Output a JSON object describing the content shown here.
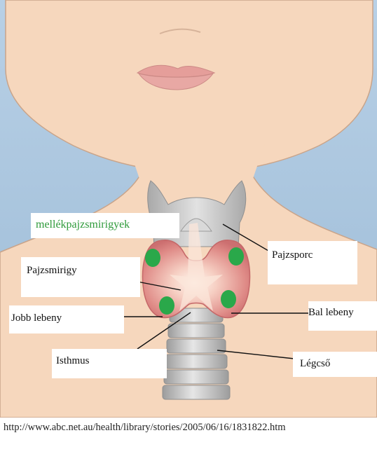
{
  "diagram": {
    "labels": {
      "mellekpajzsmirigyek": "mellékpajzsmirigyek",
      "pajzsporc": "Pajzsporc",
      "pajzsmirigy": "Pajzsmirigy",
      "jobb_lebeny": "Jobb lebeny",
      "bal_lebeny": "Bal lebeny",
      "isthmus": "Isthmus",
      "legcso": "Légcső"
    },
    "colors": {
      "sky": "#a9c5dd",
      "skin": "#f6d7bd",
      "skin_outline": "#c9a48a",
      "lips": "#e59e9a",
      "cartilage": "#c8c8c8",
      "thyroid": "#d97a7a",
      "thyroid_center": "#fdf3e8",
      "parathyroid": "#2aa84a",
      "trachea": "#b9b9b9",
      "green_label": "#2e9a3a"
    }
  },
  "source": {
    "url": "http://www.abc.net.au/health/library/stories/2005/06/16/1831822.htm"
  }
}
